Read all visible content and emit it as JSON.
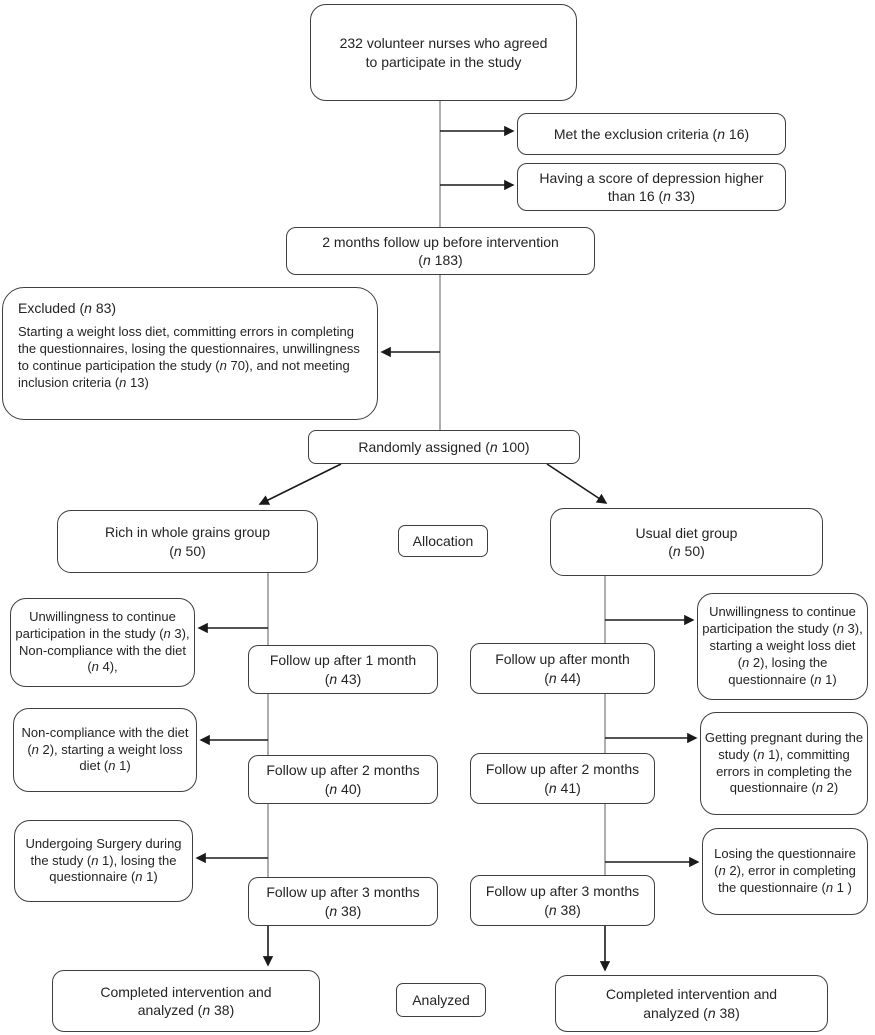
{
  "colors": {
    "background": "#ffffff",
    "box_border": "#3f3f3f",
    "text": "#242424",
    "connector": "#8c8c8c",
    "arrow": "#1a1a1a"
  },
  "nodes": {
    "enrollment": {
      "text": "232 volunteer nurses who agreed\nto participate in the study"
    },
    "met_exclusion": {
      "text": "Met the exclusion criteria (n 16)"
    },
    "depression_score": {
      "text": "Having a score of depression higher\nthan 16 (n 33)"
    },
    "pre_followup": {
      "text": "2 months follow up before intervention\n(n 183)"
    },
    "excluded": {
      "title": "Excluded (n 83)",
      "body": "Starting a weight loss diet, committing errors in completing the questionnaires, losing the questionnaires, unwillingness to continue participation the study (n 70), and not meeting inclusion criteria (n 13)"
    },
    "randomized": {
      "text": "Randomly assigned (n 100)"
    },
    "left_group": {
      "text": "Rich in whole grains group\n(n 50)"
    },
    "allocation": {
      "text": "Allocation"
    },
    "right_group": {
      "text": "Usual diet group\n(n 50)"
    },
    "left_dropout_1": {
      "text": "Unwillingness to continue participation in the study (n 3), Non-compliance with the diet (n 4),"
    },
    "left_followup_1": {
      "text": "Follow up after 1 month\n(n 43)"
    },
    "right_followup_1": {
      "text": "Follow up after month\n(n 44)"
    },
    "right_dropout_1": {
      "text": "Unwillingness to continue participation the study (n 3), starting a weight loss diet (n 2), losing the questionnaire (n 1)"
    },
    "left_dropout_2": {
      "text": "Non-compliance with the diet (n 2), starting a weight loss diet (n 1)"
    },
    "left_followup_2": {
      "text": "Follow up after 2 months\n(n 40)"
    },
    "right_followup_2": {
      "text": "Follow up after 2 months\n(n 41)"
    },
    "right_dropout_2": {
      "text": "Getting pregnant during the study (n 1), committing errors in completing the questionnaire (n 2)"
    },
    "left_dropout_3": {
      "text": "Undergoing Surgery during the study (n 1), losing the questionnaire (n 1)"
    },
    "left_followup_3": {
      "text": "Follow up after 3 months\n(n 38)"
    },
    "right_followup_3": {
      "text": "Follow up after 3 months\n(n 38)"
    },
    "right_dropout_3": {
      "text": "Losing the questionnaire (n 2), error in completing the questionnaire (n 1 )"
    },
    "left_completed": {
      "text": "Completed intervention and\nanalyzed (n 38)"
    },
    "analyzed": {
      "text": "Analyzed"
    },
    "right_completed": {
      "text": "Completed intervention and\nanalyzed (n 38)"
    }
  }
}
